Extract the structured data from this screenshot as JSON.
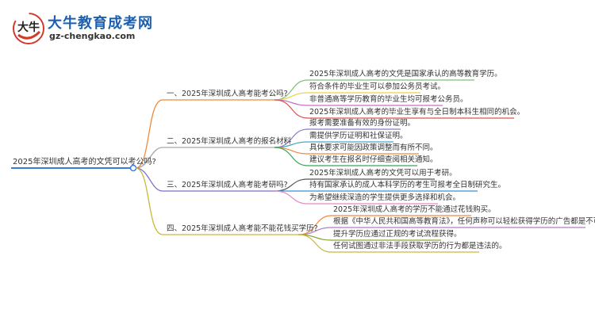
{
  "logo": {
    "mark_text": "大牛",
    "name": "大牛教育成考网",
    "url": "gz-chengkao.com"
  },
  "root": "2025年深圳成人高考的文凭可以考公吗?",
  "branches": [
    {
      "label": "一、2025年深圳成人高考能考公吗?",
      "color": "#ee8a3c",
      "children": [
        {
          "text": "2025年深圳成人高考的文凭是国家承认的高等教育学历。",
          "color": "#7cc07a"
        },
        {
          "text": "符合条件的毕业生可以参加公务员考试。",
          "color": "#f2d040"
        },
        {
          "text": "非普通高等学历教育的毕业生均可报考公务员。",
          "color": "#c86fc9"
        },
        {
          "text": "2025年深圳成人高考的毕业生享有与全日制本科生相同的机会。",
          "color": "#d9534f"
        }
      ]
    },
    {
      "label": "二、2025年深圳成人高考的报名材料",
      "color": "#a6a6a6",
      "children": [
        {
          "text": "报考需要准备有效的身份证明。",
          "color": "#8e7cc3"
        },
        {
          "text": "需提供学历证明和社保证明。",
          "color": "#4aa4c8"
        },
        {
          "text": "具体要求可能因政策调整而有所不同。",
          "color": "#ee8a3c"
        },
        {
          "text": "建议考生在报名时仔细查阅相关通知。",
          "color": "#3aa55b"
        }
      ]
    },
    {
      "label": "三、2025年深圳成人高考能考研吗?",
      "color": "#7d6fc9",
      "children": [
        {
          "text": "2025年深圳成人高考的文凭可以用于考研。",
          "color": "#555555"
        },
        {
          "text": "持有国家承认的成人本科学历的考生可报考全日制研究生。",
          "color": "#3b8fd4"
        },
        {
          "text": "为希望继续深造的学生提供更多选择和机会。",
          "color": "#e58ac4"
        }
      ]
    },
    {
      "label": "四、2025年深圳成人高考能不能花钱买学历?",
      "color": "#c9b93a",
      "children": [
        {
          "text": "2025年深圳成人高考的学历不能通过花钱购买。",
          "color": "#ee8a3c"
        },
        {
          "text": "根据《中华人民共和国高等教育法》，任何声称可以轻松获得学历的广告都是不可信的。",
          "color": "#b07cc6"
        },
        {
          "text": "提升学历应通过正规的考试流程获得。",
          "color": "#8aa83a"
        },
        {
          "text": "任何试图通过非法手段获取学历的行为都是违法的。",
          "color": "#c9b93a"
        }
      ]
    }
  ]
}
